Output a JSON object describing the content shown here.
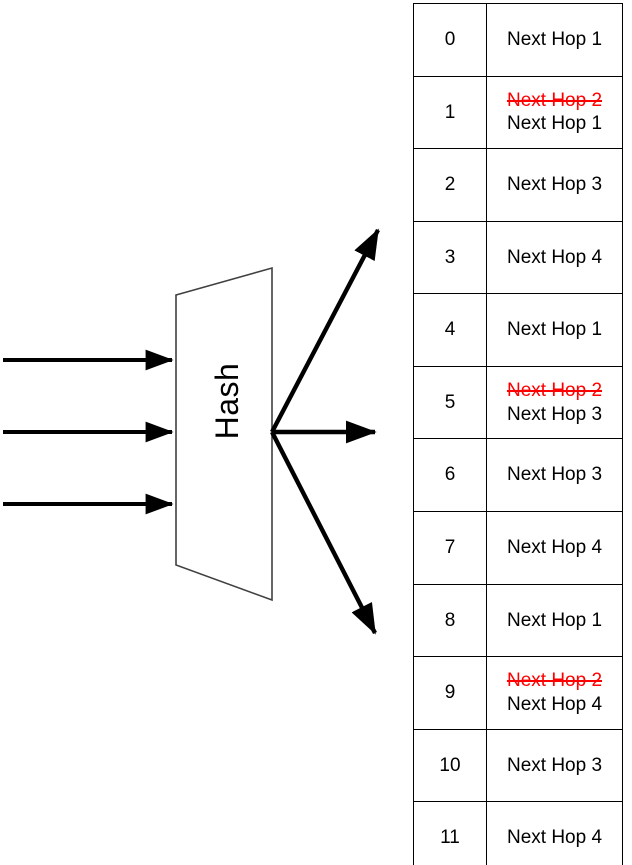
{
  "diagram": {
    "hash_box": {
      "label": "Hash"
    },
    "input_arrows": [
      {
        "name": "input-flow-1"
      },
      {
        "name": "input-flow-2"
      },
      {
        "name": "input-flow-3"
      }
    ],
    "output_arrows": [
      {
        "name": "output-flow-up"
      },
      {
        "name": "output-flow-middle"
      },
      {
        "name": "output-flow-down"
      }
    ],
    "colors": {
      "stroke": "#000000",
      "removed": "#FF0000",
      "table_border": "#000000",
      "background": "#FFFFFF"
    }
  },
  "table": {
    "rows": [
      {
        "index": "0",
        "hop": "Next Hop 1",
        "old_hop": null
      },
      {
        "index": "1",
        "hop": "Next Hop 1",
        "old_hop": "Next Hop 2"
      },
      {
        "index": "2",
        "hop": "Next Hop 3",
        "old_hop": null
      },
      {
        "index": "3",
        "hop": "Next Hop 4",
        "old_hop": null
      },
      {
        "index": "4",
        "hop": "Next Hop 1",
        "old_hop": null
      },
      {
        "index": "5",
        "hop": "Next Hop 3",
        "old_hop": "Next Hop 2"
      },
      {
        "index": "6",
        "hop": "Next Hop 3",
        "old_hop": null
      },
      {
        "index": "7",
        "hop": "Next Hop 4",
        "old_hop": null
      },
      {
        "index": "8",
        "hop": "Next Hop 1",
        "old_hop": null
      },
      {
        "index": "9",
        "hop": "Next Hop 4",
        "old_hop": "Next Hop 2"
      },
      {
        "index": "10",
        "hop": "Next Hop 3",
        "old_hop": null
      },
      {
        "index": "11",
        "hop": "Next Hop 4",
        "old_hop": null
      }
    ]
  }
}
